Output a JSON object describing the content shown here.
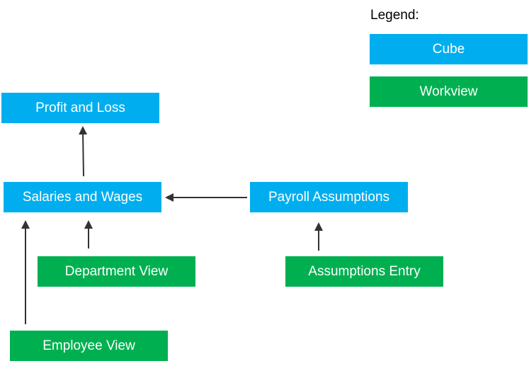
{
  "legend": {
    "title": "Legend:",
    "cube_label": "Cube",
    "workview_label": "Workview"
  },
  "colors": {
    "cube": "#00aeef",
    "workview": "#00b050",
    "arrow": "#333333"
  },
  "nodes": {
    "profit_and_loss": "Profit and Loss",
    "salaries_and_wages": "Salaries and Wages",
    "payroll_assumptions": "Payroll Assumptions",
    "department_view": "Department View",
    "assumptions_entry": "Assumptions Entry",
    "employee_view": "Employee View"
  },
  "edges": [
    {
      "from": "salaries_and_wages",
      "to": "profit_and_loss"
    },
    {
      "from": "payroll_assumptions",
      "to": "salaries_and_wages"
    },
    {
      "from": "department_view",
      "to": "salaries_and_wages"
    },
    {
      "from": "employee_view",
      "to": "salaries_and_wages"
    },
    {
      "from": "assumptions_entry",
      "to": "payroll_assumptions"
    }
  ]
}
